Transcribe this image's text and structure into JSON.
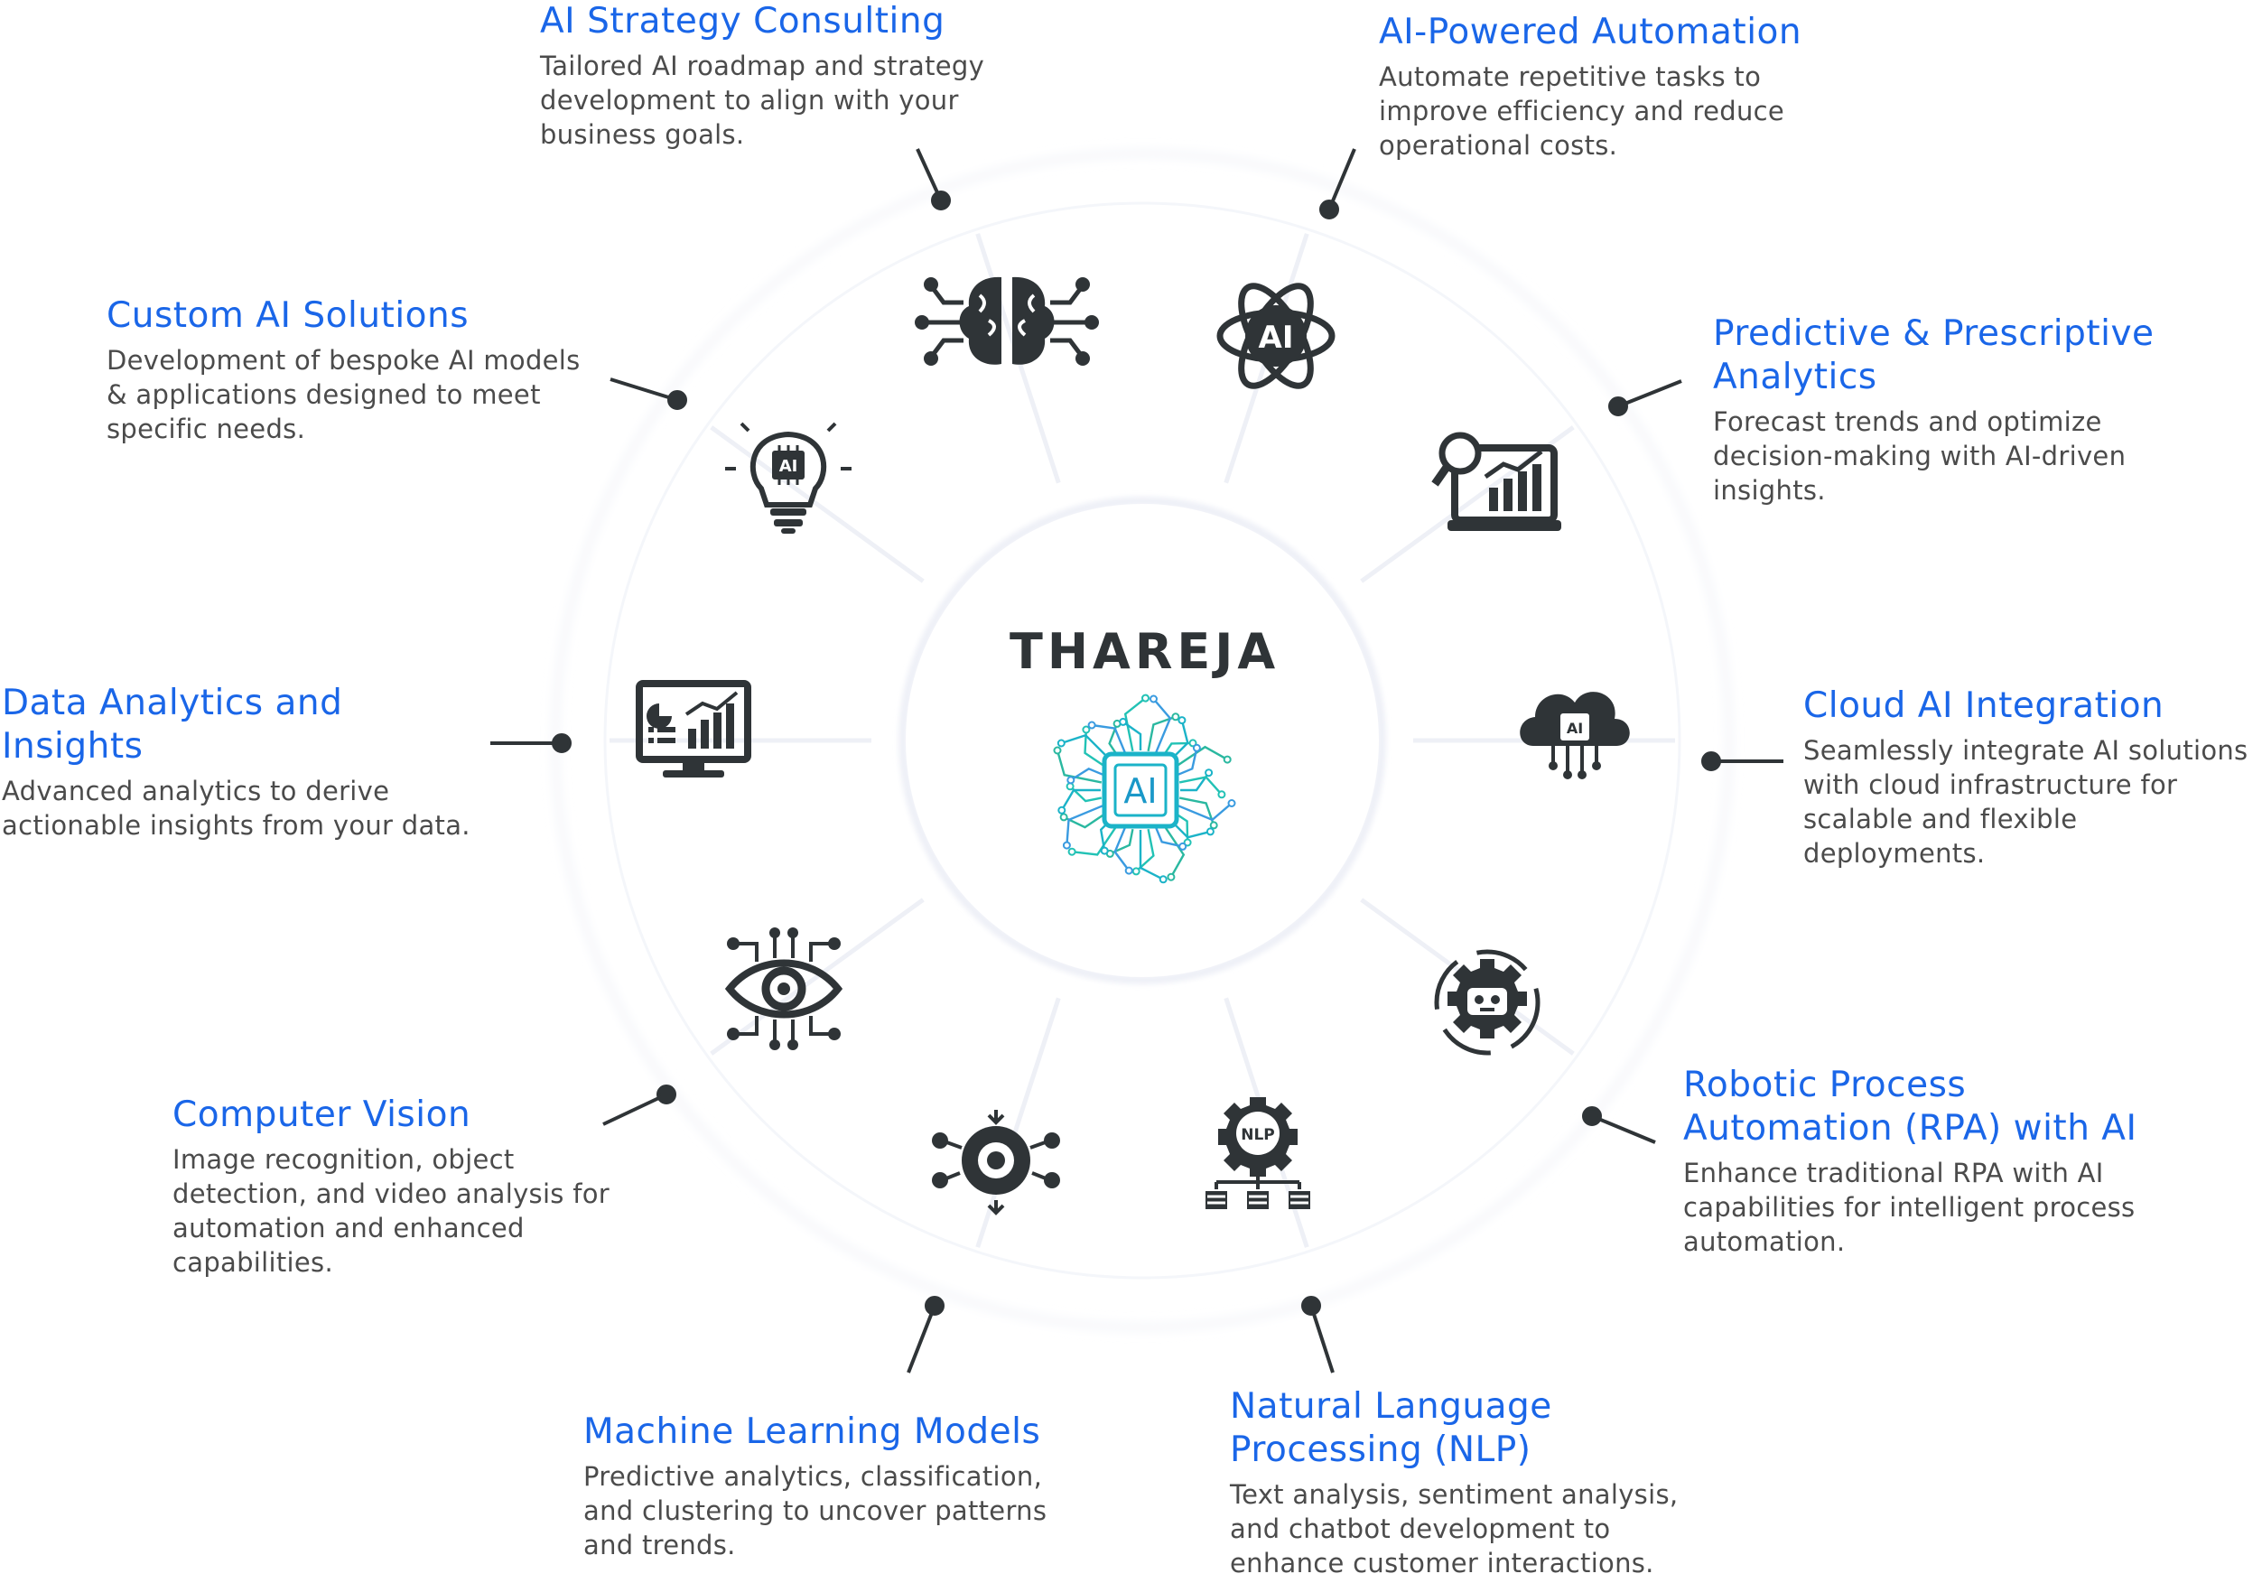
{
  "brand": {
    "name": "THAREJA",
    "chip_label": "AI"
  },
  "colors": {
    "title": "#1a66e8",
    "text": "#4b4b4b",
    "icon": "#2f3437",
    "accent": "#1bb3c8",
    "ring": "#eef0f6"
  },
  "services": [
    {
      "title": "AI Strategy Consulting",
      "description": "Tailored AI roadmap and strategy development to align with your business goals.",
      "icon": "brain-network-icon"
    },
    {
      "title": "AI-Powered Automation",
      "description": "Automate repetitive tasks to improve efficiency and reduce operational costs.",
      "icon": "ai-atom-icon",
      "icon_label": "AI"
    },
    {
      "title": "Predictive & Prescriptive Analytics",
      "description": "Forecast trends and optimize decision-making with AI-driven insights.",
      "icon": "analytics-monitor-icon"
    },
    {
      "title": "Cloud AI Integration",
      "description": "Seamlessly integrate AI solutions with cloud infrastructure for scalable and flexible deployments.",
      "icon": "cloud-ai-icon",
      "icon_label": "AI"
    },
    {
      "title": "Robotic Process Automation (RPA) with AI",
      "description": "Enhance traditional RPA with AI capabilities for intelligent process automation.",
      "icon": "robot-gear-icon"
    },
    {
      "title": "Natural Language Processing (NLP)",
      "description": "Text analysis, sentiment analysis, and chatbot development to enhance customer interactions.",
      "icon": "nlp-gear-icon",
      "icon_label": "NLP"
    },
    {
      "title": "Machine Learning Models",
      "description": "Predictive analytics, classification, and clustering to uncover patterns and trends.",
      "icon": "ml-gear-network-icon"
    },
    {
      "title": "Computer Vision",
      "description": "Image recognition, object detection, and video analysis for automation and enhanced capabilities.",
      "icon": "eye-circuit-icon"
    },
    {
      "title": "Data Analytics and Insights",
      "description": "Advanced analytics to derive actionable insights from your data.",
      "icon": "dashboard-monitor-icon"
    },
    {
      "title": "Custom AI Solutions",
      "description": "Development of bespoke AI models & applications designed to meet specific needs.",
      "icon": "ai-lightbulb-icon",
      "icon_label": "AI"
    }
  ]
}
